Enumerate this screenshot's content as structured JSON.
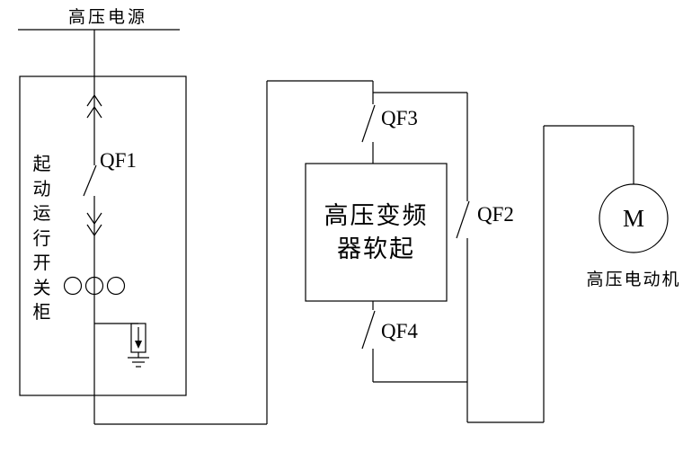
{
  "diagram": {
    "power_source_label": "高压电源",
    "cabinet_label": "起动运行开关柜",
    "qf1_label": "QF1",
    "qf2_label": "QF2",
    "qf3_label": "QF3",
    "qf4_label": "QF4",
    "converter_line1": "高压变频",
    "converter_line2": "器软起",
    "motor_symbol": "M",
    "motor_label": "高压电动机"
  },
  "colors": {
    "line": "#000000",
    "background": "#ffffff"
  }
}
